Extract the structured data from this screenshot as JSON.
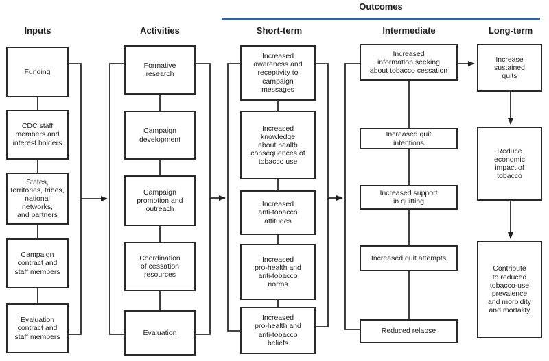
{
  "title": "Outcomes",
  "colors": {
    "accent_line": "#41608e",
    "box_border": "#2b2a2a",
    "text": "#231f20",
    "background": "#ffffff"
  },
  "columns": [
    {
      "header": "Inputs",
      "boxes": [
        "Funding",
        "CDC staff\nmembers and\ninterest holders",
        "States,\nterritories, tribes,\nnational\nnetworks,\nand partners",
        "Campaign\ncontract and\nstaff members",
        "Evaluation\ncontract and\nstaff members"
      ]
    },
    {
      "header": "Activities",
      "boxes": [
        "Formative\nresearch",
        "Campaign\ndevelopment",
        "Campaign\npromotion and\noutreach",
        "Coordination\nof cessation\nresources",
        "Evaluation"
      ]
    },
    {
      "header": "Short-term",
      "boxes": [
        "Increased\nawareness and\nreceptivity to\ncampaign\nmessages",
        "Increased\nknowledge\nabout health\nconsequences of\ntobacco use",
        "Increased\nanti-tobacco\nattitudes",
        "Increased\npro-health and\nanti-tobacco\nnorms",
        "Increased\npro-health and\nanti-tobacco\nbeliefs"
      ]
    },
    {
      "header": "Intermediate",
      "boxes": [
        "Increased\ninformation seeking\nabout tobacco cessation",
        "Increased quit\nintentions",
        "Increased support\nin quitting",
        "Increased quit attempts",
        "Reduced relapse"
      ]
    },
    {
      "header": "Long-term",
      "boxes": [
        "Increase\nsustained\nquits",
        "Reduce\neconomic\nimpact of\ntobacco",
        "Contribute\nto reduced\ntobacco-use\nprevalence\nand morbidity\nand mortality"
      ]
    }
  ]
}
